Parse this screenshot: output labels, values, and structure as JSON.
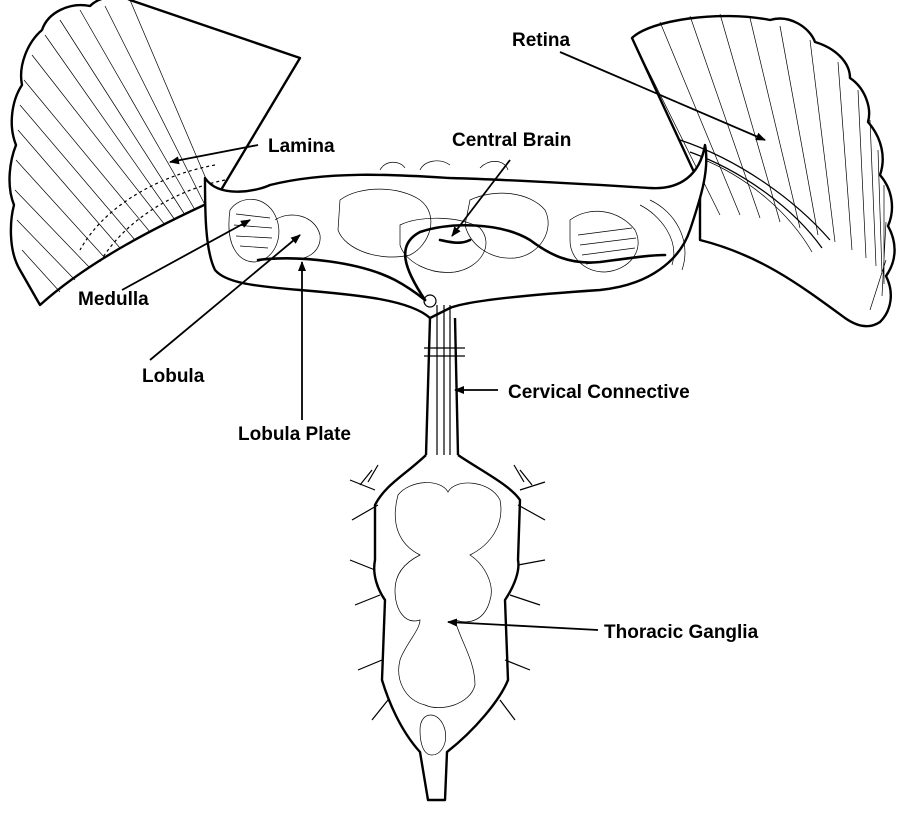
{
  "labels": {
    "retina": "Retina",
    "lamina": "Lamina",
    "central_brain": "Central Brain",
    "medulla": "Medulla",
    "lobula": "Lobula",
    "lobula_plate": "Lobula Plate",
    "cervical_connective": "Cervical Connective",
    "thoracic_ganglia": "Thoracic Ganglia"
  }
}
